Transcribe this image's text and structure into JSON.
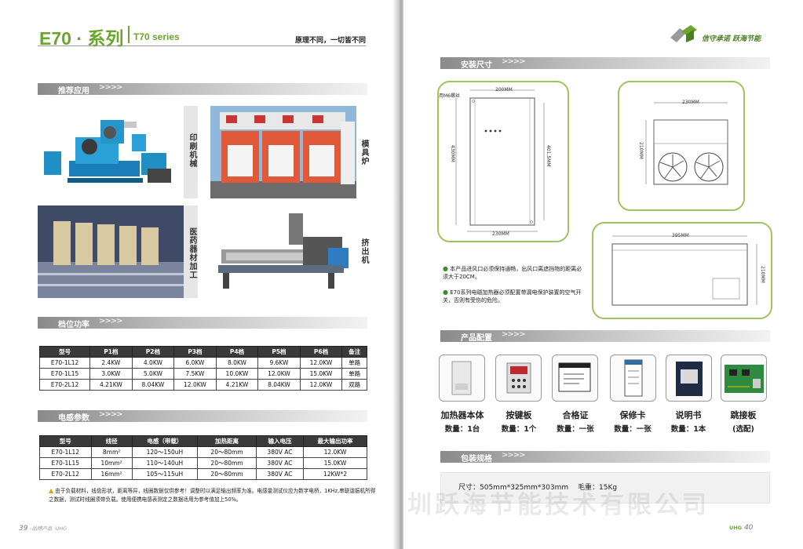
{
  "left": {
    "series_title": "E70 · 系列",
    "series_en": "T70 series",
    "slogan": "原理不同，一切皆不同",
    "sections": {
      "applications": "推荐应用",
      "power": "档位功率",
      "inductance": "电感参数"
    },
    "section_arrows": ">>>>",
    "applications": [
      {
        "label": "印刷机械"
      },
      {
        "label": "模具炉"
      },
      {
        "label": "医药器材加工"
      },
      {
        "label": "挤出机"
      }
    ],
    "power_table": {
      "headers": [
        "型号",
        "P1档",
        "P2档",
        "P3档",
        "P4档",
        "P5档",
        "P6档",
        "备注"
      ],
      "rows": [
        [
          "E70-1L12",
          "2.4KW",
          "4.0KW",
          "6.0KW",
          "8.0KW",
          "9.6KW",
          "12.0KW",
          "单路"
        ],
        [
          "E70-1L15",
          "3.0KW",
          "5.0KW",
          "7.5KW",
          "10.0KW",
          "12.0KW",
          "15.0KW",
          "单路"
        ],
        [
          "E70-2L12",
          "4.21KW",
          "8.04KW",
          "12.0KW",
          "4.21KW",
          "8.04KW",
          "12.0KW",
          "双路"
        ]
      ]
    },
    "inductance_table": {
      "headers": [
        "型号",
        "线径",
        "电感（带载）",
        "加热距离",
        "输入电压",
        "最大输出功率"
      ],
      "rows": [
        [
          "E70-1L12",
          "8mm²",
          "120～150uH",
          "20～80mm",
          "380V AC",
          "12.0KW"
        ],
        [
          "E70-1L15",
          "10mm²",
          "110～140uH",
          "20～80mm",
          "380V AC",
          "15.0KW"
        ],
        [
          "E70-2L12",
          "16mm²",
          "105～115uH",
          "20～80mm",
          "380V AC",
          "12KW*2"
        ]
      ]
    },
    "note": "由于负载材料，线盘形状，距离等异，线圈数据仅供参考！调整时以满足输出频率为准。电感量测试仪应为数字电桥，1KHz,串联谐振机所得之数据，测试时线圈须带负载。使用便携电感表测定之数据适用为参考值加上50%。",
    "folio": "39",
    "folio_sub": "·品牌产品 ·UHG"
  },
  "right": {
    "logo_text": "信守承诺 跃海节能",
    "sections": {
      "dimensions": "安装尺寸",
      "config": "产品配置",
      "packing": "包装规格"
    },
    "section_arrows": ">>>>",
    "diagram1": {
      "top": "200MM",
      "bottom": "230MM",
      "left": "430MM",
      "right": "401.5MM",
      "hole": "用M6螺丝"
    },
    "diagram2": {
      "top": "230MM",
      "side": "210MM"
    },
    "diagram3": {
      "top": "395MM",
      "side": "210MM"
    },
    "notes": [
      "本产品进风口必须保持通畅，出风口离遮挡物的距离必须大于20CM。",
      "E70系列电磁加热器必须配置带漏电保护装置的空气开关，否则有受伤的危险。"
    ],
    "products": [
      {
        "name": "加热器本体",
        "qty": "数量：1台"
      },
      {
        "name": "按键板",
        "qty": "数量：1个"
      },
      {
        "name": "合格证",
        "qty": "数量：一张"
      },
      {
        "name": "保修卡",
        "qty": "数量：一张"
      },
      {
        "name": "说明书",
        "qty": "数量：1本"
      },
      {
        "name": "跳接板",
        "qty": "(选配)"
      }
    ],
    "packing": "尺寸：505mm*325mm*303mm　 毛重：15Kg",
    "watermark": "深圳跃海节能技术有限公司",
    "folio": "40",
    "folio_brand": "UHG"
  }
}
